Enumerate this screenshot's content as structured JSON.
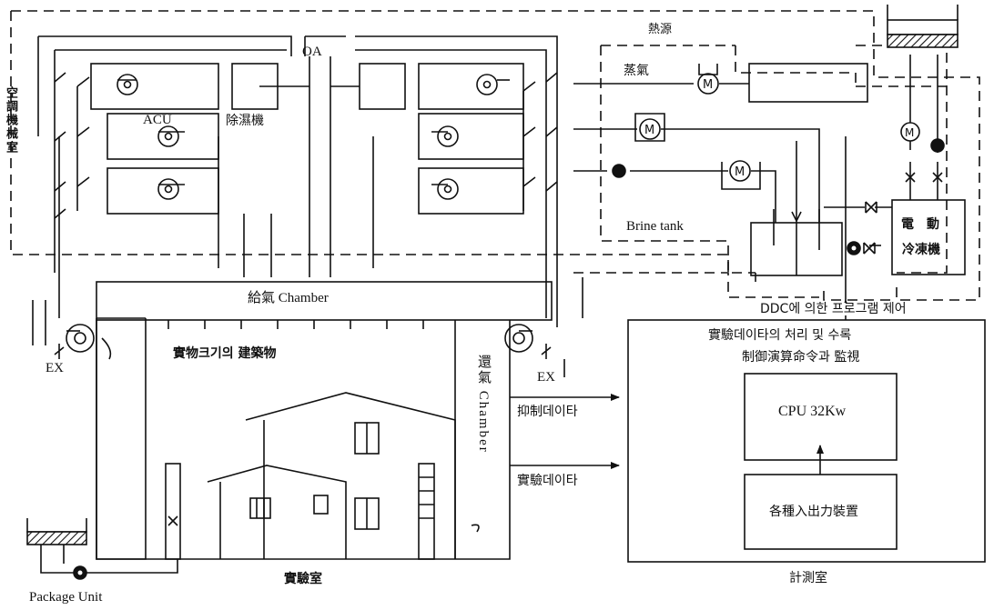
{
  "labels": {
    "heat_source": "熱源",
    "oa": "OA",
    "steam": "蒸氣",
    "ac_machine_room": "空調機械室",
    "acu": "ACU",
    "dehumidifier": "除濕機",
    "brine_tank": "Brine tank",
    "electric_refrigerator_1": "電　動",
    "electric_refrigerator_2": "冷凍機",
    "supply_chamber": "給氣 Chamber",
    "ddc_control": "DDC에 의한 프로그램 제어",
    "building_label": "實物크기의 建築物",
    "return_chamber": "還氣 Chamber",
    "ex_left": "EX",
    "ex_right": "EX",
    "control_data": "抑制데이타",
    "experiment_data": "實驗데이타",
    "data_processing": "實驗데이타의 처리 및 수록",
    "control_calc": "制御演算命令과 監視",
    "cpu": "CPU 32Kw",
    "io_devices": "各種入出力裝置",
    "lab_room": "實驗室",
    "measurement_room": "計測室",
    "package_unit": "Package Unit"
  },
  "icons": [
    "fan-icon",
    "motor-icon",
    "pump-icon",
    "valve-icon"
  ],
  "colors": {
    "line": "#111111",
    "background": "#ffffff"
  }
}
